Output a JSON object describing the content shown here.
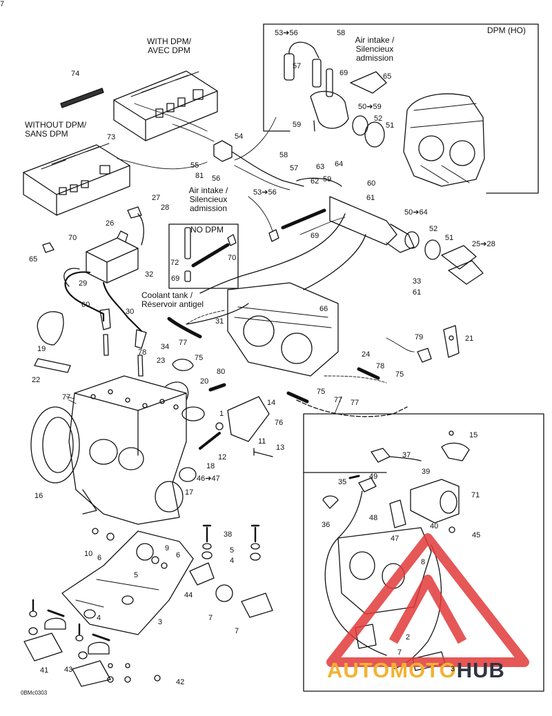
{
  "colors": {
    "line": "#111111",
    "watermark_red": "#e23a3a",
    "watermark_yellow": "#f2b233",
    "watermark_dark": "#2f3440"
  },
  "captions": {
    "with_dpm": "WITH DPM/\nAVEC DPM",
    "without_dpm": "WITHOUT DPM/\nSANS DPM",
    "dpm_ho": "DPM (HO)",
    "air_intake_top": "Air intake /\nSilencieux\nadmission",
    "air_intake_mid": "Air intake /\nSilencieux\nadmission",
    "no_dpm": "NO DPM",
    "coolant_tank": "Coolant tank /\nRéservoir antigel"
  },
  "drawing_code": "0BMc0303",
  "watermark": {
    "part1": "AUTOMOTO",
    "part2": "HUB"
  },
  "callouts": [
    "53➔56",
    "58",
    "57",
    "69",
    "65",
    "50➔59",
    "52",
    "51",
    "59",
    "74",
    "54",
    "73",
    "58",
    "57",
    "63",
    "64",
    "62",
    "55",
    "81",
    "56",
    "60",
    "59",
    "53➔56",
    "61",
    "27",
    "28",
    "26",
    "50➔64",
    "52",
    "51",
    "69",
    "72",
    "70",
    "69",
    "70",
    "25➔28",
    "65",
    "29",
    "32",
    "33",
    "61",
    "60",
    "30",
    "31",
    "66",
    "19",
    "34",
    "77",
    "75",
    "78",
    "23",
    "20",
    "80",
    "79",
    "21",
    "22",
    "24",
    "78",
    "75",
    "77",
    "1",
    "14",
    "77",
    "75",
    "77",
    "76",
    "11",
    "13",
    "12",
    "18",
    "15",
    "37",
    "39",
    "35",
    "49",
    "46➔47",
    "17",
    "16",
    "71",
    "36",
    "48",
    "47",
    "40",
    "45",
    "38",
    "10",
    "6",
    "5",
    "9",
    "6",
    "5",
    "4",
    "8",
    "44",
    "7",
    "7",
    "4",
    "3",
    "2",
    "43",
    "7",
    "42",
    "3",
    "41",
    "7"
  ]
}
